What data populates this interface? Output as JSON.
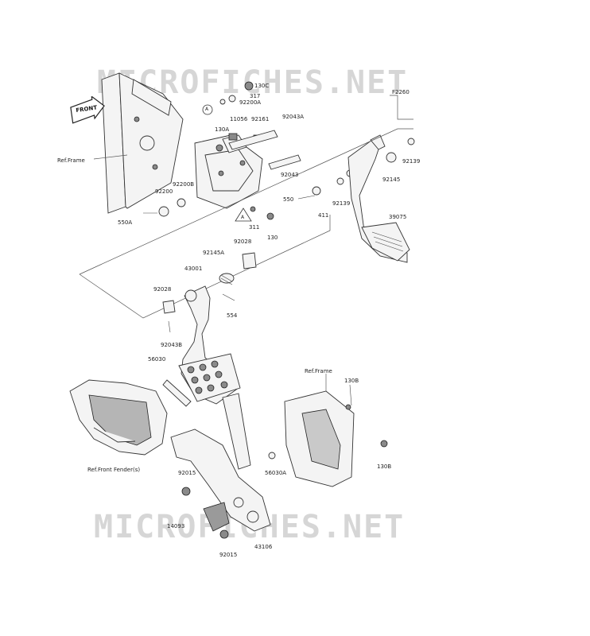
{
  "watermark": {
    "text": "MICROFICHES.NET"
  },
  "front_badge": {
    "text": "FRONT"
  },
  "labels": {
    "ref_frame_top": "Ref.Frame",
    "ref_frame_right": "Ref.Frame",
    "ref_front_fender": "Ref.Front Fender(s)",
    "f2260": "F2260",
    "p130c": "130C",
    "p317": "317",
    "p92200a": "92200A",
    "marker_a_top": "A",
    "marker_a_mid": "A",
    "p11056": "11056",
    "p92161": "92161",
    "p92043a": "92043A",
    "p130a": "130A",
    "p92200b": "92200B",
    "p92200": "92200",
    "p550a": "550A",
    "p311": "311",
    "p130": "130",
    "p92043": "92043",
    "p550": "550",
    "p411": "411",
    "p92139_a": "92139",
    "p92139_b": "92139",
    "p92145": "92145",
    "p39075": "39075",
    "p92145a": "92145A",
    "p92028_a": "92028",
    "p92028_b": "92028",
    "p43001": "43001",
    "p554": "554",
    "p92043b": "92043B",
    "p56030": "56030",
    "p130b_a": "130B",
    "p130b_b": "130B",
    "p56030a": "56030A",
    "p92015_a": "92015",
    "p92015_b": "92015",
    "p14093": "14093",
    "p43106": "43106"
  }
}
